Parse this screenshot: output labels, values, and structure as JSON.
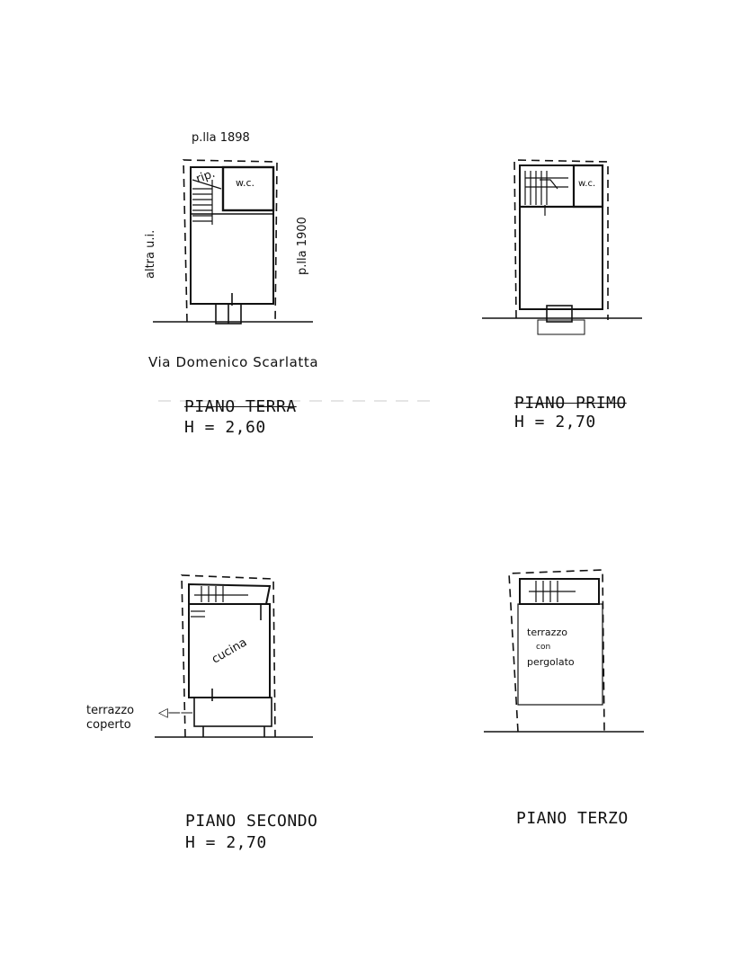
{
  "labels": {
    "pfla_1898": "p.lla 1898",
    "altra_ui": "altra u.i.",
    "pfla_1900": "p.lla 1900",
    "rip": "rip.",
    "wc": "w.c.",
    "wc2": "w.c.",
    "street": "Via Domenico Scarlatta",
    "cucina": "cucina",
    "terrazzo_coperto_1": "terrazzo",
    "terrazzo_coperto_2": "coperto",
    "terrazzo_pergolato_1": "terrazzo",
    "terrazzo_pergolato_2": "con",
    "terrazzo_pergolato_3": "pergolato"
  },
  "floors": [
    {
      "title": "PIANO TERRA",
      "height": "H = 2,60"
    },
    {
      "title": "PIANO PRIMO",
      "height": "H = 2,70"
    },
    {
      "title": "PIANO SECONDO",
      "height": "H = 2,70"
    },
    {
      "title": "PIANO TERZO",
      "height": ""
    }
  ]
}
